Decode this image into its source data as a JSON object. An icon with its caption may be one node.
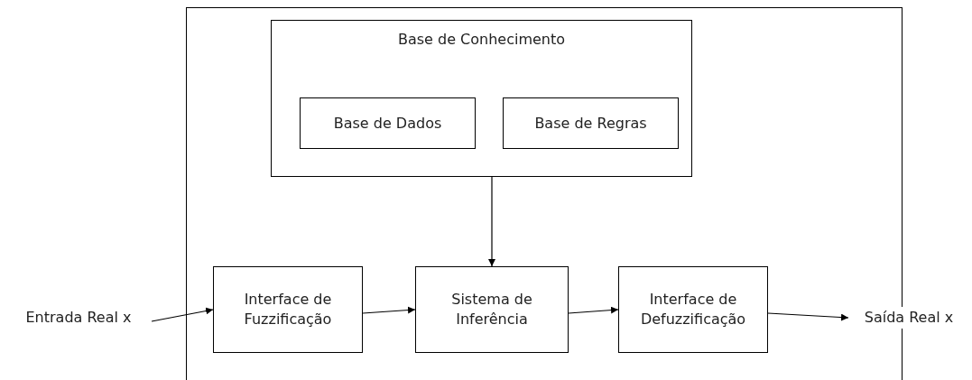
{
  "diagram": {
    "nodes": [
      {
        "text": [],
        "shape": "box"
      },
      {
        "text": [
          "Base de Conhecimento"
        ],
        "in": 0
      },
      {
        "text": [
          "Base de Dados"
        ],
        "in": 1
      },
      {
        "text": [
          "Base de Regras"
        ],
        "in": 1
      },
      {
        "text": [
          "Interface de Fuzzificação"
        ],
        "in": 0
      },
      {
        "text": [
          "Sistema de Inferência"
        ],
        "in": 0
      },
      {
        "text": [
          "Interface de Defuzzificação"
        ],
        "in": 0
      },
      {
        "text": [
          "Entrada Real x"
        ]
      },
      {
        "text": [
          "Saída Real x"
        ]
      }
    ],
    "edges": [
      {
        "from": 1,
        "to": 5,
        "arrow": "to"
      },
      {
        "from": 7,
        "to": 4,
        "arrow": "to"
      },
      {
        "from": 4,
        "to": 5,
        "arrow": "to"
      },
      {
        "from": 5,
        "to": 6,
        "arrow": "to"
      },
      {
        "from": 6,
        "to": 8,
        "arrow": "to"
      }
    ]
  }
}
